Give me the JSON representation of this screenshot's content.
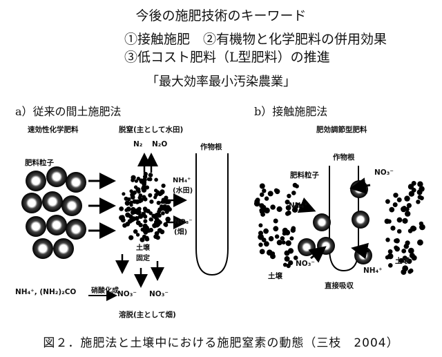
{
  "header": {
    "title": "今後の施肥技術のキーワード",
    "line1": "①接触施肥　②有機物と化学肥料の併用効果",
    "line2": "③低コスト肥料（L型肥料）の推進",
    "slogan": "「最大効率最小汚染農業」"
  },
  "panel_a": {
    "subtitle": "a）従来の間土施肥法",
    "fast_fertilizer": "速効性化学肥料",
    "particles": "肥料粒子",
    "denitrification": "脱窒(主として水田)",
    "n2": "N₂",
    "n2o": "N₂O",
    "crop_root": "作物根",
    "nh4_paddy": "NH₄⁺ (水田)",
    "no3_field": "NO₃⁻ (畑)",
    "soil_fixation": "土壌 固定",
    "source_formula": "NH₄⁺, (NH₂)₂CO",
    "nitrification": "硝酸化成",
    "no3_a": "NO₃⁻",
    "no3_b": "NO₃⁻",
    "leaching": "溶脱(主として畑)"
  },
  "panel_b": {
    "subtitle": "b）接触施肥法",
    "controlled_fertilizer": "肥効調節型肥料",
    "crop_root": "作物根",
    "particles": "肥料粒子",
    "no3_top": "NO₃⁻",
    "nh4_left": "NH₄⁺",
    "no3_bottom": "NO₃⁻",
    "nh4_right": "NH₄⁺",
    "soil_left": "土壌",
    "soil_right": "土壌",
    "direct_absorption": "直接吸収"
  },
  "caption": "図２．施肥法と土壌中における施肥窒素の動態（三枝　2004）"
}
